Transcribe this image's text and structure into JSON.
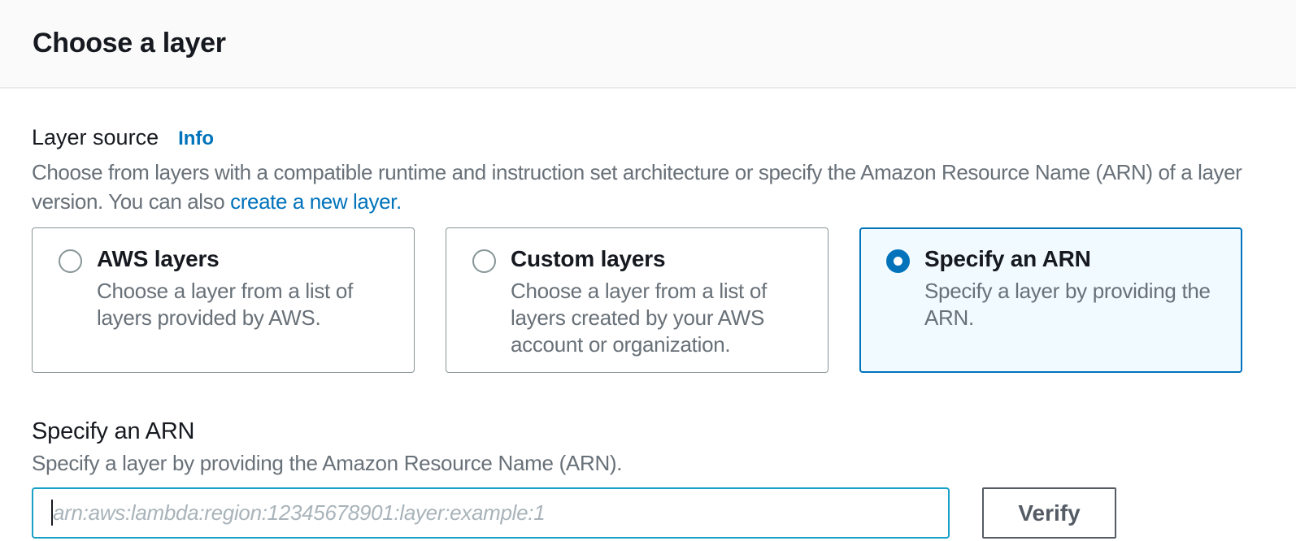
{
  "header": {
    "title": "Choose a layer"
  },
  "layer_source": {
    "label": "Layer source",
    "info_link": "Info",
    "description_line1": "Choose from layers with a compatible runtime and instruction set architecture or specify the Amazon Resource Name (ARN) of a layer",
    "description_line2_prefix": "version. You can also ",
    "description_link": "create a new layer.",
    "options": [
      {
        "title": "AWS layers",
        "description": "Choose a layer from a list of layers provided by AWS.",
        "selected": false
      },
      {
        "title": "Custom layers",
        "description": "Choose a layer from a list of layers created by your AWS account or organization.",
        "selected": false
      },
      {
        "title": "Specify an ARN",
        "description": "Specify a layer by providing the ARN.",
        "selected": true
      }
    ]
  },
  "arn_section": {
    "heading": "Specify an ARN",
    "description": "Specify a layer by providing the Amazon Resource Name (ARN).",
    "input_value": "",
    "input_placeholder": "arn:aws:lambda:region:12345678901:layer:example:1",
    "verify_button": "Verify"
  },
  "colors": {
    "accent_blue": "#0073bb",
    "selected_card_bg": "#f1faff",
    "focus_border": "#18a0c6",
    "card_border": "#879596",
    "text_primary": "#16191f",
    "text_secondary": "#687078",
    "button_border": "#545b64",
    "header_bg": "#fafafa",
    "divider": "#e9eaea"
  }
}
